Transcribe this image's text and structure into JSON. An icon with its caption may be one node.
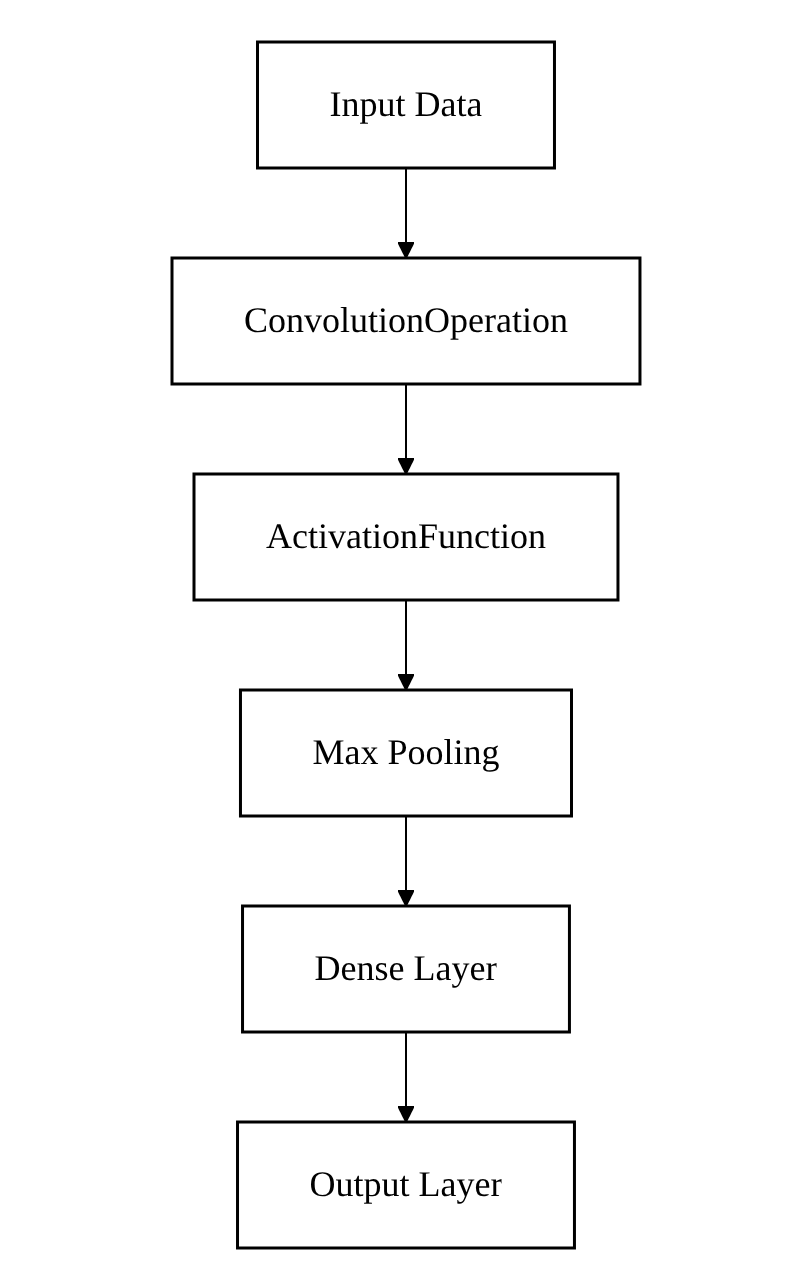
{
  "diagram": {
    "nodes": [
      {
        "text": [
          "Input Data"
        ]
      },
      {
        "text": [
          "ConvolutionOperation"
        ]
      },
      {
        "text": [
          "ActivationFunction"
        ]
      },
      {
        "text": [
          "Max Pooling"
        ]
      },
      {
        "text": [
          "Dense Layer"
        ]
      },
      {
        "text": [
          "Output Layer"
        ]
      }
    ],
    "edges": [
      {
        "from": 0,
        "to": 1,
        "arrow": "to"
      },
      {
        "from": 1,
        "to": 2,
        "arrow": "to"
      },
      {
        "from": 2,
        "to": 3,
        "arrow": "to"
      },
      {
        "from": 3,
        "to": 4,
        "arrow": "to"
      },
      {
        "from": 4,
        "to": 5,
        "arrow": "to"
      }
    ]
  }
}
